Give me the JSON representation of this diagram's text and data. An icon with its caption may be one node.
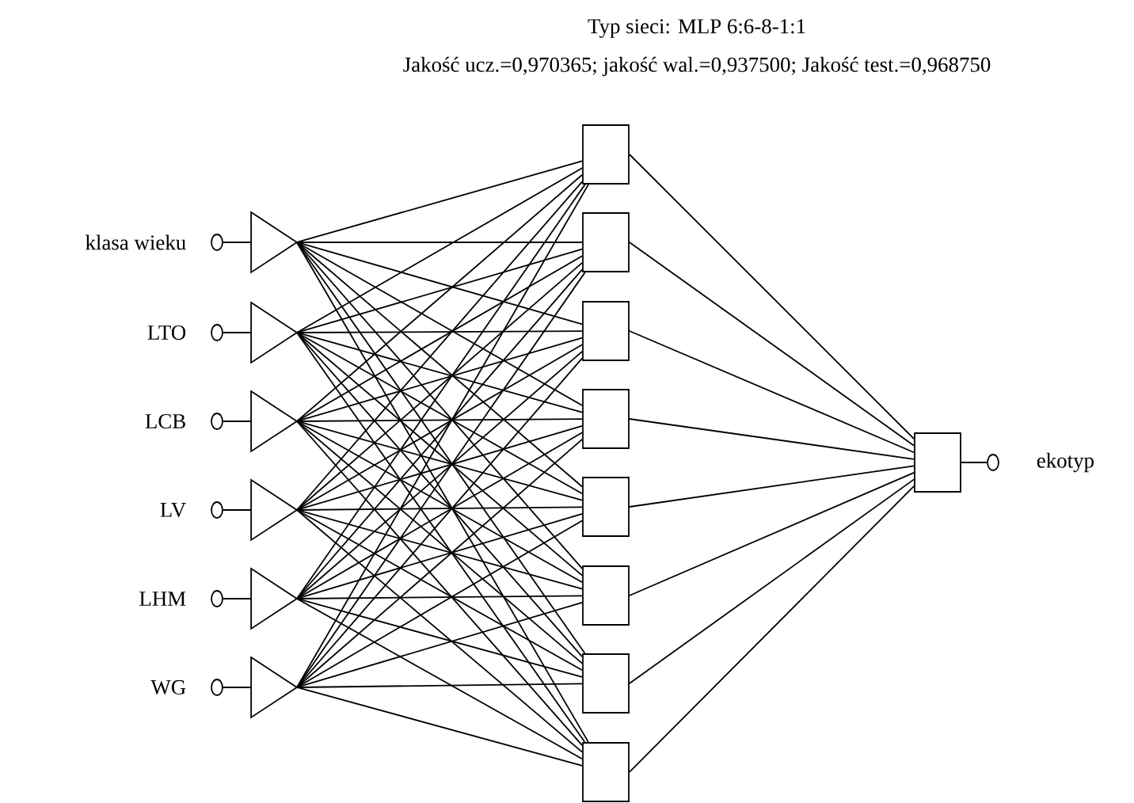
{
  "diagram": {
    "title": "Typ sieci: MLP 6:6-8-1:1",
    "labels": [
      "Jakość ucz.=0,970365; jakość wal.=0,937500; Jakość test.=0,968750"
    ],
    "nodes": [
      {
        "text": [],
        "shape": "circle",
        "beside": [
          "klasa wieku"
        ]
      },
      {
        "text": [],
        "shape": "circle",
        "beside": [
          "LTO"
        ]
      },
      {
        "text": [],
        "shape": "circle",
        "beside": [
          "LCB"
        ]
      },
      {
        "text": [],
        "shape": "circle",
        "beside": [
          "LV"
        ]
      },
      {
        "text": [],
        "shape": "circle",
        "beside": [
          "LHM"
        ]
      },
      {
        "text": [],
        "shape": "circle",
        "beside": [
          "WG"
        ]
      },
      {
        "text": [],
        "shape": "triangle"
      },
      {
        "text": [],
        "shape": "triangle"
      },
      {
        "text": [],
        "shape": "triangle"
      },
      {
        "text": [],
        "shape": "triangle"
      },
      {
        "text": [],
        "shape": "triangle"
      },
      {
        "text": [],
        "shape": "triangle"
      },
      {
        "text": [],
        "shape": "box"
      },
      {
        "text": [],
        "shape": "box"
      },
      {
        "text": [],
        "shape": "box"
      },
      {
        "text": [],
        "shape": "box"
      },
      {
        "text": [],
        "shape": "box"
      },
      {
        "text": [],
        "shape": "box"
      },
      {
        "text": [],
        "shape": "box"
      },
      {
        "text": [],
        "shape": "box"
      },
      {
        "text": [],
        "shape": "box"
      },
      {
        "text": [],
        "shape": "circle",
        "beside": [
          "ekotyp"
        ]
      }
    ],
    "edges": [
      {
        "from": 0,
        "to": 6,
        "arrow": "none"
      },
      {
        "from": 1,
        "to": 7,
        "arrow": "none"
      },
      {
        "from": 2,
        "to": 8,
        "arrow": "none"
      },
      {
        "from": 3,
        "to": 9,
        "arrow": "none"
      },
      {
        "from": 4,
        "to": 10,
        "arrow": "none"
      },
      {
        "from": 5,
        "to": 11,
        "arrow": "none"
      },
      {
        "from": 6,
        "to": 12,
        "arrow": "none"
      },
      {
        "from": 6,
        "to": 13,
        "arrow": "none"
      },
      {
        "from": 6,
        "to": 14,
        "arrow": "none"
      },
      {
        "from": 6,
        "to": 15,
        "arrow": "none"
      },
      {
        "from": 6,
        "to": 16,
        "arrow": "none"
      },
      {
        "from": 6,
        "to": 17,
        "arrow": "none"
      },
      {
        "from": 6,
        "to": 18,
        "arrow": "none"
      },
      {
        "from": 6,
        "to": 19,
        "arrow": "none"
      },
      {
        "from": 7,
        "to": 12,
        "arrow": "none"
      },
      {
        "from": 7,
        "to": 13,
        "arrow": "none"
      },
      {
        "from": 7,
        "to": 14,
        "arrow": "none"
      },
      {
        "from": 7,
        "to": 15,
        "arrow": "none"
      },
      {
        "from": 7,
        "to": 16,
        "arrow": "none"
      },
      {
        "from": 7,
        "to": 17,
        "arrow": "none"
      },
      {
        "from": 7,
        "to": 18,
        "arrow": "none"
      },
      {
        "from": 7,
        "to": 19,
        "arrow": "none"
      },
      {
        "from": 8,
        "to": 12,
        "arrow": "none"
      },
      {
        "from": 8,
        "to": 13,
        "arrow": "none"
      },
      {
        "from": 8,
        "to": 14,
        "arrow": "none"
      },
      {
        "from": 8,
        "to": 15,
        "arrow": "none"
      },
      {
        "from": 8,
        "to": 16,
        "arrow": "none"
      },
      {
        "from": 8,
        "to": 17,
        "arrow": "none"
      },
      {
        "from": 8,
        "to": 18,
        "arrow": "none"
      },
      {
        "from": 8,
        "to": 19,
        "arrow": "none"
      },
      {
        "from": 9,
        "to": 12,
        "arrow": "none"
      },
      {
        "from": 9,
        "to": 13,
        "arrow": "none"
      },
      {
        "from": 9,
        "to": 14,
        "arrow": "none"
      },
      {
        "from": 9,
        "to": 15,
        "arrow": "none"
      },
      {
        "from": 9,
        "to": 16,
        "arrow": "none"
      },
      {
        "from": 9,
        "to": 17,
        "arrow": "none"
      },
      {
        "from": 9,
        "to": 18,
        "arrow": "none"
      },
      {
        "from": 9,
        "to": 19,
        "arrow": "none"
      },
      {
        "from": 10,
        "to": 12,
        "arrow": "none"
      },
      {
        "from": 10,
        "to": 13,
        "arrow": "none"
      },
      {
        "from": 10,
        "to": 14,
        "arrow": "none"
      },
      {
        "from": 10,
        "to": 15,
        "arrow": "none"
      },
      {
        "from": 10,
        "to": 16,
        "arrow": "none"
      },
      {
        "from": 10,
        "to": 17,
        "arrow": "none"
      },
      {
        "from": 10,
        "to": 18,
        "arrow": "none"
      },
      {
        "from": 10,
        "to": 19,
        "arrow": "none"
      },
      {
        "from": 11,
        "to": 12,
        "arrow": "none"
      },
      {
        "from": 11,
        "to": 13,
        "arrow": "none"
      },
      {
        "from": 11,
        "to": 14,
        "arrow": "none"
      },
      {
        "from": 11,
        "to": 15,
        "arrow": "none"
      },
      {
        "from": 11,
        "to": 16,
        "arrow": "none"
      },
      {
        "from": 11,
        "to": 17,
        "arrow": "none"
      },
      {
        "from": 11,
        "to": 18,
        "arrow": "none"
      },
      {
        "from": 11,
        "to": 19,
        "arrow": "none"
      },
      {
        "from": 12,
        "to": 20,
        "arrow": "none"
      },
      {
        "from": 13,
        "to": 20,
        "arrow": "none"
      },
      {
        "from": 14,
        "to": 20,
        "arrow": "none"
      },
      {
        "from": 15,
        "to": 20,
        "arrow": "none"
      },
      {
        "from": 16,
        "to": 20,
        "arrow": "none"
      },
      {
        "from": 17,
        "to": 20,
        "arrow": "none"
      },
      {
        "from": 18,
        "to": 20,
        "arrow": "none"
      },
      {
        "from": 19,
        "to": 20,
        "arrow": "none"
      },
      {
        "from": 20,
        "to": 21,
        "arrow": "none"
      }
    ]
  }
}
